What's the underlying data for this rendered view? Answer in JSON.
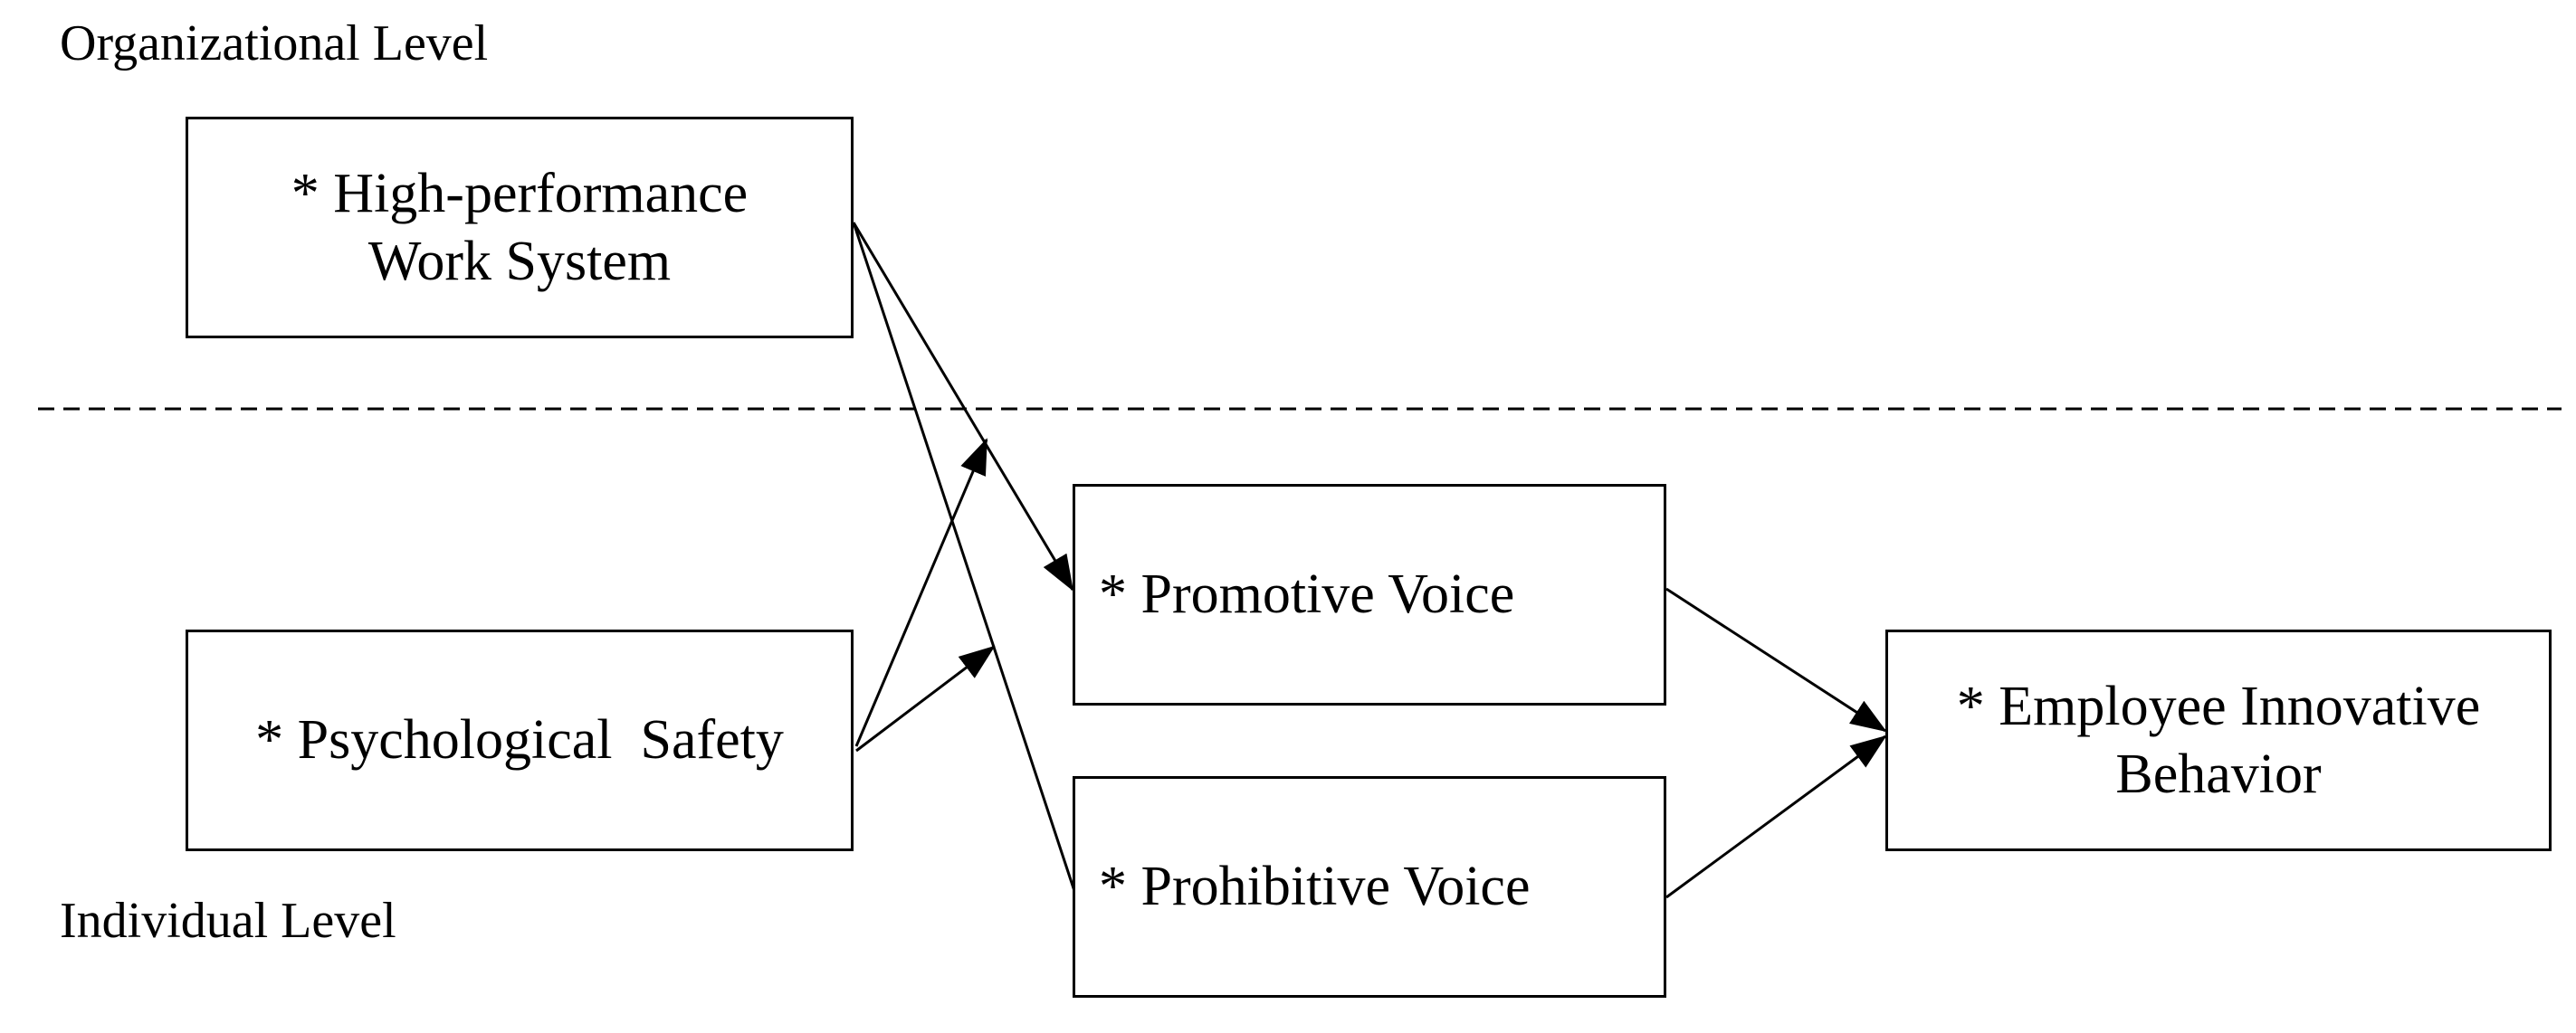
{
  "levels": {
    "organizational": "Organizational Level",
    "individual": "Individual Level"
  },
  "nodes": {
    "hpws": {
      "line1": "* High-performance",
      "line2": "Work System"
    },
    "psych": {
      "line1": "* Psychological  Safety"
    },
    "promotive": {
      "line1": "* Promotive Voice"
    },
    "prohibitive": {
      "line1": "* Prohibitive Voice"
    },
    "eib": {
      "line1": "* Employee Innovative",
      "line2": "Behavior"
    }
  },
  "edges": [
    {
      "from": "hpws",
      "to": "promotive",
      "arrow": true
    },
    {
      "from": "hpws",
      "to": "prohibitive",
      "arrow": false
    },
    {
      "from": "psych",
      "to": "hpws-promotive-path",
      "arrow": true,
      "moderation": true
    },
    {
      "from": "psych",
      "to": "hpws-prohibitive-path",
      "arrow": true,
      "moderation": true
    },
    {
      "from": "promotive",
      "to": "eib",
      "arrow": true
    },
    {
      "from": "prohibitive",
      "to": "eib",
      "arrow": true
    }
  ],
  "colors": {
    "stroke": "#000000",
    "background": "#ffffff"
  }
}
